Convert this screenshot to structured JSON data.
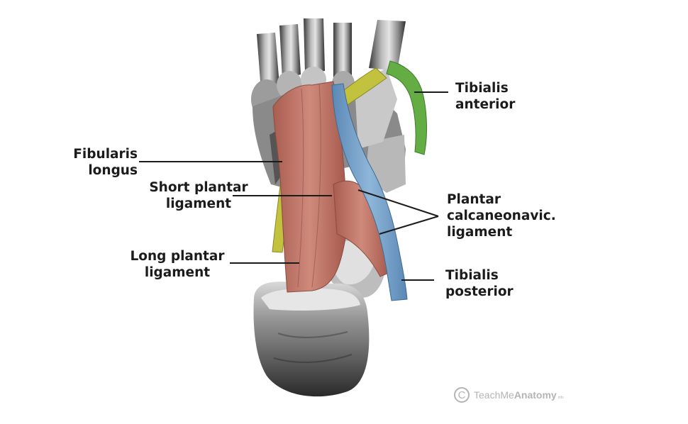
{
  "labels": {
    "tibialis_anterior": [
      "Tibialis",
      "anterior"
    ],
    "fibularis_longus": [
      "Fibularis",
      "longus"
    ],
    "short_plantar": [
      "Short plantar",
      "ligament"
    ],
    "plantar_calcaneonavicular": [
      "Plantar",
      "calcaneonavic.",
      "ligament"
    ],
    "long_plantar": [
      "Long plantar",
      "ligament"
    ],
    "tibialis_posterior": [
      "Tibialis",
      "posterior"
    ]
  },
  "watermark": {
    "symbol": "C",
    "brand_regular": "TeachMe",
    "brand_bold": "Anatomy",
    "suffix": "info"
  },
  "colors": {
    "tibialis_anterior": "#63ad44",
    "fibularis_longus": "#c2c23e",
    "ligaments": "#c1776a",
    "tibialis_posterior": "#6d9cc7",
    "bone_dark": "#4a4a4a",
    "bone_light": "#d2d2d2"
  }
}
